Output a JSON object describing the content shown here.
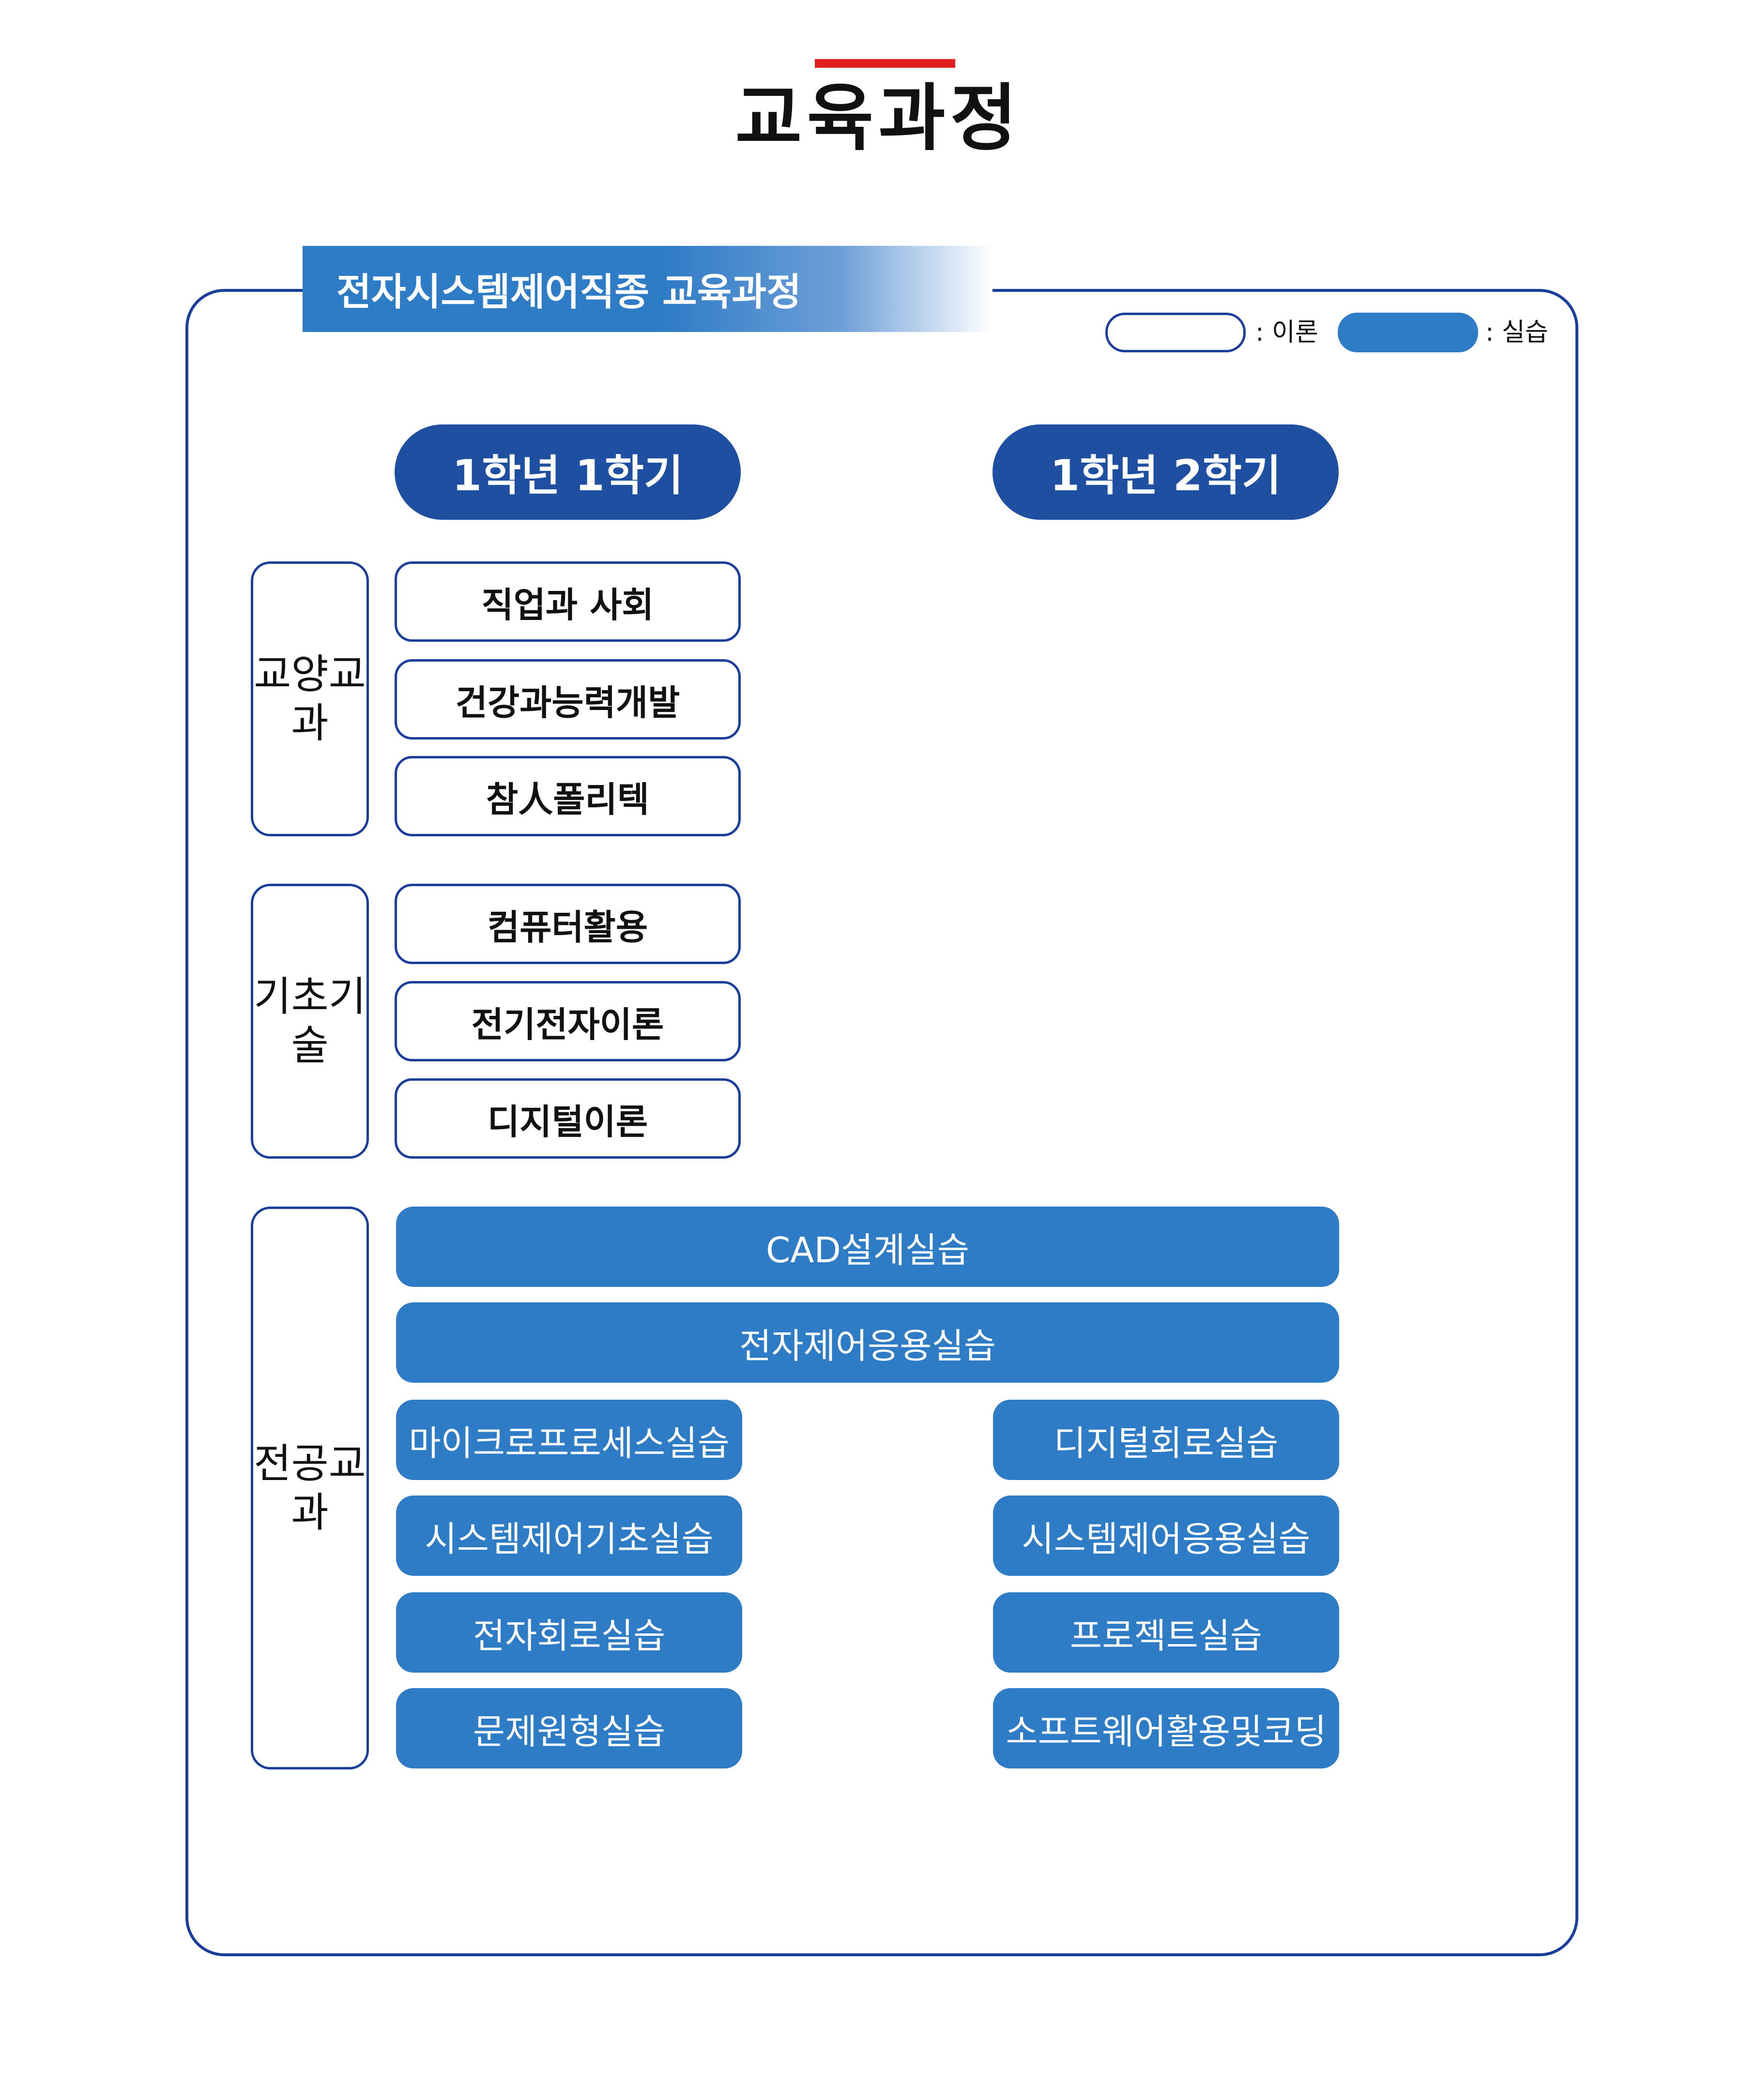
{
  "page": {
    "title": "교육과정",
    "accent_color": "#e02020"
  },
  "curriculum": {
    "title": "전자시스템제어직종 교육과정",
    "frame_color": "#1a3f9b",
    "theory_color": "#ffffff",
    "practice_color": "#2e7bc6"
  },
  "legend": {
    "theory_label": ": 이론",
    "practice_label": ": 실습"
  },
  "semesters": [
    "1학년 1학기",
    "1학년 2학기"
  ],
  "categories": [
    "교양교과",
    "기초기술",
    "전공교과"
  ],
  "general_courses": [
    "직업과 사회",
    "건강과능력개발",
    "참人폴리텍"
  ],
  "basic_courses": [
    "컴퓨터활용",
    "전기전자이론",
    "디지털이론"
  ],
  "major_full_year": [
    "CAD설계실습",
    "전자제어응용실습"
  ],
  "major_sem1": [
    "마이크로프로세스실습",
    "시스템제어기초실습",
    "전자회로실습",
    "문제원형실습"
  ],
  "major_sem2": [
    "디지털회로실습",
    "시스템제어응용실습",
    "프로젝트실습",
    "소프트웨어활용및코딩"
  ]
}
